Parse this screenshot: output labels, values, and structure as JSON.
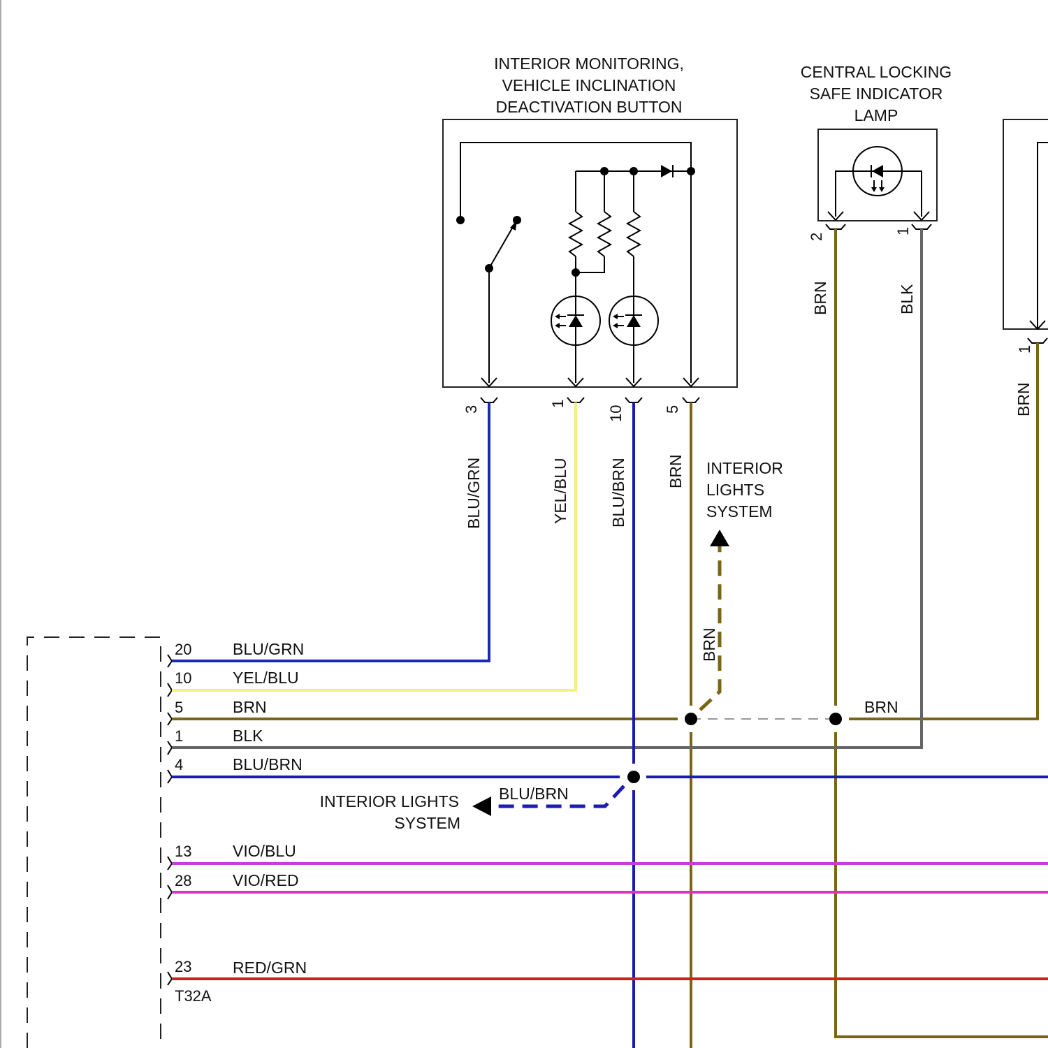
{
  "colors": {
    "blu_grn": "#1a2bb0",
    "yel_blu": "#f4f07a",
    "brn": "#7a6514",
    "blk": "#666666",
    "blu_brn": "#1c1cb0",
    "vio_blu": "#c040d8",
    "vio_red": "#e030c8",
    "red_grn": "#d02020"
  },
  "components": {
    "deactivation_button": {
      "title": [
        "INTERIOR MONITORING,",
        "VEHICLE INCLINATION",
        "DEACTIVATION BUTTON"
      ],
      "pins": [
        "3",
        "1",
        "10",
        "5"
      ],
      "wires": [
        "BLU/GRN",
        "YEL/BLU",
        "BLU/BRN",
        "BRN"
      ]
    },
    "safe_indicator_lamp": {
      "title": [
        "CENTRAL LOCKING",
        "SAFE INDICATOR",
        "LAMP"
      ],
      "pins": [
        "2",
        "1"
      ],
      "wires": [
        "BRN",
        "BLK"
      ]
    },
    "right_component": {
      "pins": [
        "1"
      ],
      "wires": [
        "BRN"
      ]
    }
  },
  "connector": {
    "name": "T32A",
    "rows": [
      {
        "pin": "20",
        "wire": "BLU/GRN"
      },
      {
        "pin": "10",
        "wire": "YEL/BLU"
      },
      {
        "pin": "5",
        "wire": "BRN"
      },
      {
        "pin": "1",
        "wire": "BLK"
      },
      {
        "pin": "4",
        "wire": "BLU/BRN"
      },
      {
        "pin": "13",
        "wire": "VIO/BLU"
      },
      {
        "pin": "28",
        "wire": "VIO/RED"
      },
      {
        "pin": "23",
        "wire": "RED/GRN"
      }
    ]
  },
  "references": {
    "interior_lights_top": [
      "INTERIOR",
      "LIGHTS",
      "SYSTEM"
    ],
    "interior_lights_top_wire": "BRN",
    "interior_lights_left": [
      "INTERIOR LIGHTS",
      "SYSTEM"
    ],
    "interior_lights_left_wire": "BLU/BRN",
    "splice_wire": "BRN"
  }
}
